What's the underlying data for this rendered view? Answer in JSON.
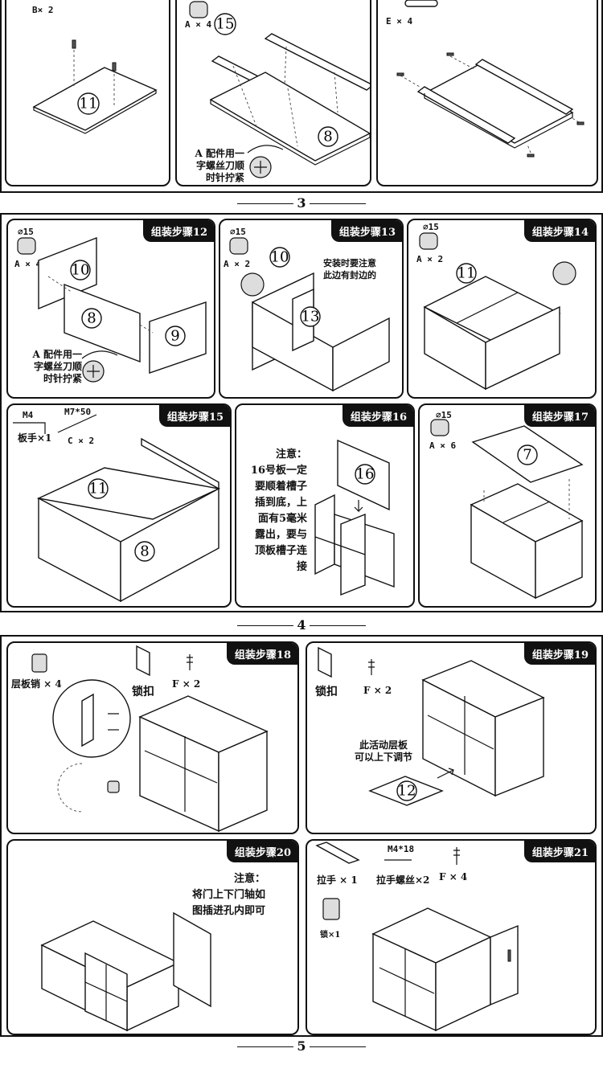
{
  "page3": {
    "top_left": {
      "qty": "B× 2",
      "part": "11"
    },
    "top_mid": {
      "qty": "A × 4",
      "part_a": "15",
      "part_b": "8",
      "note_lines": [
        "A 配件用一",
        "字螺丝刀顺",
        "时针拧紧"
      ]
    },
    "top_right": {
      "qty": "E × 4"
    },
    "page_number": "3"
  },
  "page4": {
    "step12": {
      "title": "组装步骤12",
      "dia": "⌀15",
      "qty": "A × 4",
      "parts": [
        "10",
        "8",
        "9"
      ],
      "note_lines": [
        "A 配件用一",
        "字螺丝刀顺",
        "时针拧紧"
      ]
    },
    "step13": {
      "title": "组装步骤13",
      "dia": "⌀15",
      "qty": "A × 2",
      "parts": [
        "10",
        "13"
      ],
      "note_lines": [
        "安装时要注意",
        "此边有封边的"
      ]
    },
    "step14": {
      "title": "组装步骤14",
      "dia": "⌀15",
      "qty": "A × 2",
      "parts": [
        "11"
      ]
    },
    "step15": {
      "title": "组装步骤15",
      "tool": "M4",
      "tool_label": "板手×1",
      "screw": "M7*50",
      "screw_qty": "C × 2",
      "parts": [
        "11",
        "8"
      ]
    },
    "step16": {
      "title": "组装步骤16",
      "note": "注意：\n16号板一定\n要顺着槽子\n插到底，上\n面有5毫米\n露出，要与\n顶板槽子连\n接",
      "parts": [
        "16"
      ]
    },
    "step17": {
      "title": "组装步骤17",
      "dia": "⌀15",
      "qty": "A × 6",
      "parts": [
        "7"
      ]
    },
    "page_number": "4"
  },
  "page5": {
    "step18": {
      "title": "组装步骤18",
      "pin_label": "层板销 × 4",
      "lock_label": "锁扣",
      "screw_qty": "F × 2"
    },
    "step19": {
      "title": "组装步骤19",
      "lock_label": "锁扣",
      "screw_qty": "F × 2",
      "note_lines": [
        "此活动层板",
        "可以上下调节"
      ],
      "parts": [
        "12"
      ]
    },
    "step20": {
      "title": "组装步骤20",
      "note": "注意：\n将门上下门轴如\n图插进孔内即可"
    },
    "step21": {
      "title": "组装步骤21",
      "handle_label": "拉手 × 1",
      "screw": "M4*18",
      "screw_label": "拉手螺丝×2",
      "screw_qty": "F × 4",
      "lock_label": "锁×1"
    },
    "page_number": "5"
  }
}
